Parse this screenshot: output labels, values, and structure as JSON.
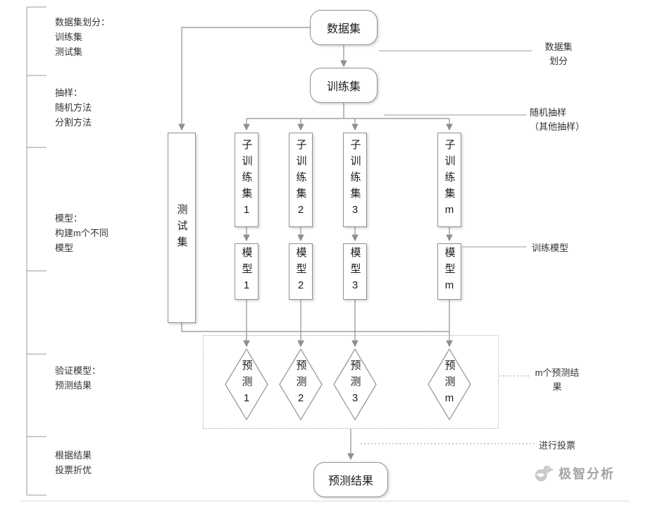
{
  "colors": {
    "shape_border": "#8f8f8f",
    "connector_line": "#8f8f8f",
    "leader_line": "#9a9a9a",
    "dotted_box": "#b0b0b0",
    "node_text": "#1c1c1c",
    "annotation_text": "#333333",
    "logo_gray": "#a3a3a3"
  },
  "nodes": {
    "dataset": "数据集",
    "training_set": "训练集",
    "test_set": "测试集",
    "prediction_result": "预测结果"
  },
  "columns": [
    {
      "sub_training": "子训练集1",
      "model": "模型1",
      "prediction": "预测1"
    },
    {
      "sub_training": "子训练集2",
      "model": "模型2",
      "prediction": "预测2"
    },
    {
      "sub_training": "子训练集3",
      "model": "模型3",
      "prediction": "预测3"
    },
    {
      "sub_training": "子训练集m",
      "model": "模型m",
      "prediction": "预测m"
    }
  ],
  "left_annotations": [
    "数据集划分：\n训练集\n测试集",
    "抽样：\n随机方法\n分割方法",
    "模型：\n构建m个不同\n模型",
    "验证模型：\n预测结果",
    "根据结果\n投票折优"
  ],
  "right_annotations": [
    "数据集\n划分",
    "随机抽样\n（其他抽样）",
    "训练模型",
    "m个预测结果",
    "进行投票"
  ],
  "logo": {
    "text": "极智分析"
  }
}
